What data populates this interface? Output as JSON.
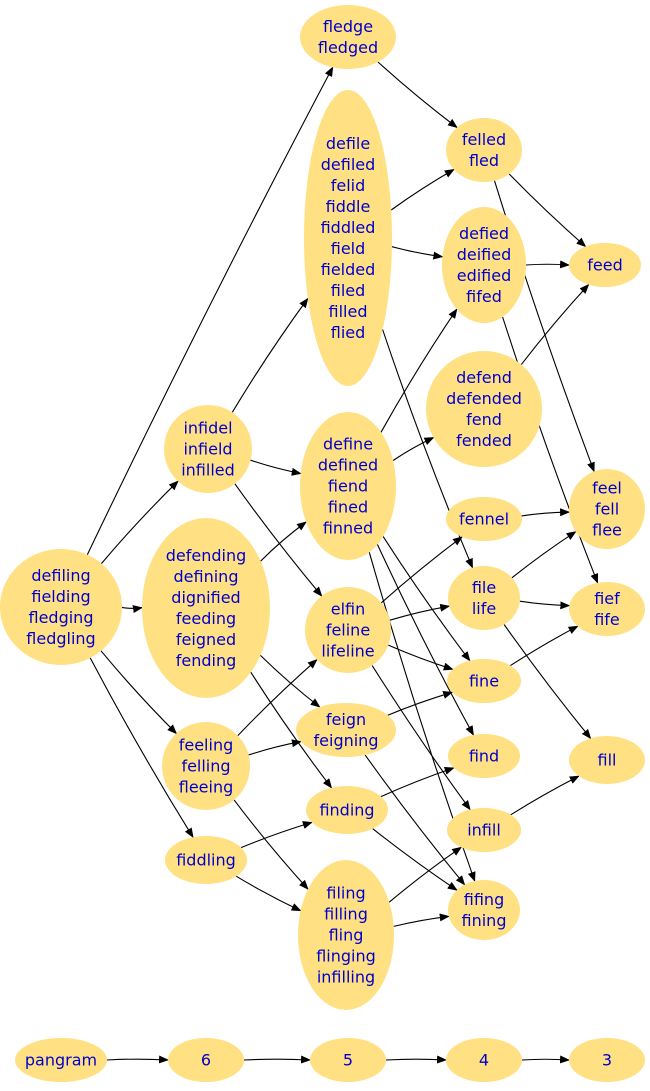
{
  "nodes": [
    {
      "id": "fledge",
      "words": [
        "fledge",
        "fledged"
      ]
    },
    {
      "id": "felled",
      "words": [
        "felled",
        "fled"
      ]
    },
    {
      "id": "defile",
      "words": [
        "defile",
        "defiled",
        "felid",
        "fiddle",
        "fiddled",
        "field",
        "fielded",
        "filed",
        "filled",
        "flied"
      ]
    },
    {
      "id": "defied",
      "words": [
        "defied",
        "deified",
        "edified",
        "fifed"
      ]
    },
    {
      "id": "feed",
      "words": [
        "feed"
      ]
    },
    {
      "id": "defend",
      "words": [
        "defend",
        "defended",
        "fend",
        "fended"
      ]
    },
    {
      "id": "infidel",
      "words": [
        "infidel",
        "infield",
        "infilled"
      ]
    },
    {
      "id": "define",
      "words": [
        "define",
        "defined",
        "fiend",
        "fined",
        "finned"
      ]
    },
    {
      "id": "feel",
      "words": [
        "feel",
        "fell",
        "flee"
      ]
    },
    {
      "id": "fennel",
      "words": [
        "fennel"
      ]
    },
    {
      "id": "defiling",
      "words": [
        "defiling",
        "fielding",
        "fledging",
        "fledgling"
      ]
    },
    {
      "id": "defending",
      "words": [
        "defending",
        "defining",
        "dignified",
        "feeding",
        "feigned",
        "fending"
      ]
    },
    {
      "id": "elfin",
      "words": [
        "elfin",
        "feline",
        "lifeline"
      ]
    },
    {
      "id": "file",
      "words": [
        "file",
        "life"
      ]
    },
    {
      "id": "fief",
      "words": [
        "fief",
        "fife"
      ]
    },
    {
      "id": "fine",
      "words": [
        "fine"
      ]
    },
    {
      "id": "feign",
      "words": [
        "feign",
        "feigning"
      ]
    },
    {
      "id": "feeling",
      "words": [
        "feeling",
        "felling",
        "fleeing"
      ]
    },
    {
      "id": "find",
      "words": [
        "find"
      ]
    },
    {
      "id": "fill",
      "words": [
        "fill"
      ]
    },
    {
      "id": "finding",
      "words": [
        "finding"
      ]
    },
    {
      "id": "infill",
      "words": [
        "infill"
      ]
    },
    {
      "id": "fiddling",
      "words": [
        "fiddling"
      ]
    },
    {
      "id": "filing",
      "words": [
        "filing",
        "filling",
        "fling",
        "flinging",
        "infilling"
      ]
    },
    {
      "id": "fifing",
      "words": [
        "fifing",
        "fining"
      ]
    },
    {
      "id": "pangram",
      "words": [
        "pangram"
      ]
    },
    {
      "id": "n6",
      "words": [
        "6"
      ]
    },
    {
      "id": "n5",
      "words": [
        "5"
      ]
    },
    {
      "id": "n4",
      "words": [
        "4"
      ]
    },
    {
      "id": "n3",
      "words": [
        "3"
      ]
    }
  ],
  "edges": [
    [
      "defiling",
      "fledge"
    ],
    [
      "defiling",
      "infidel"
    ],
    [
      "defiling",
      "defending"
    ],
    [
      "defiling",
      "feeling"
    ],
    [
      "defiling",
      "fiddling"
    ],
    [
      "fledge",
      "felled"
    ],
    [
      "felled",
      "feed"
    ],
    [
      "felled",
      "feel"
    ],
    [
      "defile",
      "felled"
    ],
    [
      "defile",
      "defied"
    ],
    [
      "defile",
      "file"
    ],
    [
      "defied",
      "feed"
    ],
    [
      "defied",
      "fief"
    ],
    [
      "defend",
      "feed"
    ],
    [
      "infidel",
      "defile"
    ],
    [
      "infidel",
      "define"
    ],
    [
      "infidel",
      "elfin"
    ],
    [
      "define",
      "defied"
    ],
    [
      "define",
      "defend"
    ],
    [
      "define",
      "fine"
    ],
    [
      "define",
      "find"
    ],
    [
      "define",
      "fifing"
    ],
    [
      "defending",
      "define"
    ],
    [
      "defending",
      "feign"
    ],
    [
      "defending",
      "finding"
    ],
    [
      "fennel",
      "feel"
    ],
    [
      "elfin",
      "fennel"
    ],
    [
      "elfin",
      "file"
    ],
    [
      "elfin",
      "fine"
    ],
    [
      "elfin",
      "infill"
    ],
    [
      "file",
      "feel"
    ],
    [
      "file",
      "fief"
    ],
    [
      "file",
      "fill"
    ],
    [
      "fine",
      "fief"
    ],
    [
      "feign",
      "fine"
    ],
    [
      "feign",
      "fifing"
    ],
    [
      "feeling",
      "elfin"
    ],
    [
      "feeling",
      "feign"
    ],
    [
      "feeling",
      "filing"
    ],
    [
      "finding",
      "find"
    ],
    [
      "finding",
      "fifing"
    ],
    [
      "infill",
      "fill"
    ],
    [
      "fiddling",
      "finding"
    ],
    [
      "fiddling",
      "filing"
    ],
    [
      "filing",
      "infill"
    ],
    [
      "filing",
      "fifing"
    ],
    [
      "pangram",
      "n6"
    ],
    [
      "n6",
      "n5"
    ],
    [
      "n5",
      "n4"
    ],
    [
      "n4",
      "n3"
    ]
  ]
}
